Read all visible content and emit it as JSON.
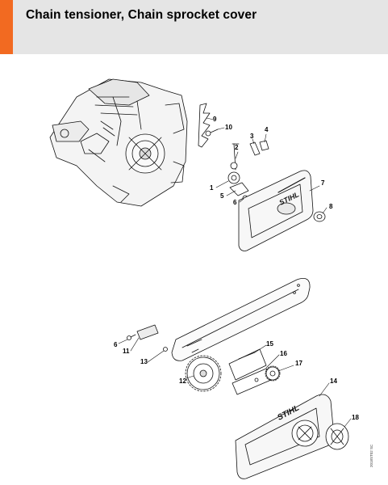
{
  "header": {
    "title": "Chain tensioner, Chain sprocket cover",
    "accent_color": "#f26a21",
    "background_color": "#e5e5e5"
  },
  "callouts": {
    "c1": "1",
    "c2": "2",
    "c3": "3",
    "c4": "4",
    "c5": "5",
    "c6a": "6",
    "c6b": "6",
    "c7": "7",
    "c8": "8",
    "c9": "9",
    "c10": "10",
    "c11": "11",
    "c12": "12",
    "c13": "13",
    "c14": "14",
    "c15": "15",
    "c16": "16",
    "c17": "17",
    "c18": "18"
  },
  "brand": {
    "cover_logo_top": "STIHL",
    "cover_logo_bottom": "STIHL"
  },
  "doc_number": "2018ST02 SC"
}
